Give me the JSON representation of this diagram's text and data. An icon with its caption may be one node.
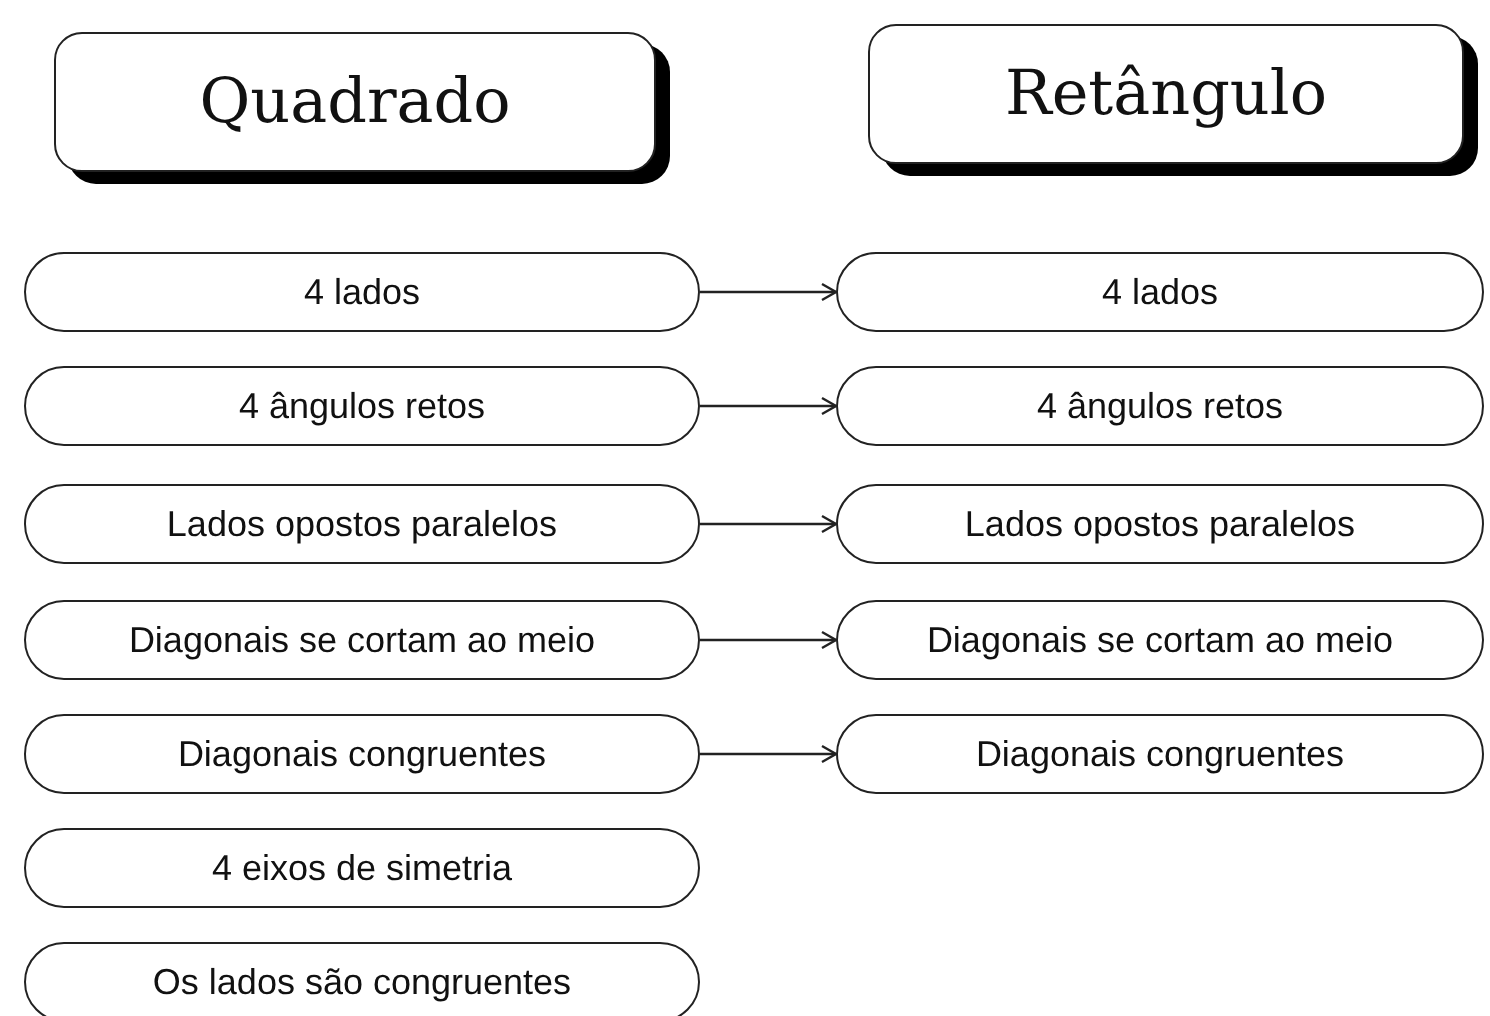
{
  "diagram": {
    "nodes": [
      {
        "text": [
          "Quadrado"
        ]
      },
      {
        "text": [
          "Retângulo"
        ]
      },
      {
        "text": [
          "4 lados"
        ]
      },
      {
        "text": [
          "4 lados"
        ]
      },
      {
        "text": [
          "4 ângulos retos"
        ]
      },
      {
        "text": [
          "4 ângulos retos"
        ]
      },
      {
        "text": [
          "Lados opostos paralelos"
        ]
      },
      {
        "text": [
          "Lados opostos paralelos"
        ]
      },
      {
        "text": [
          "Diagonais se cortam ao meio"
        ]
      },
      {
        "text": [
          "Diagonais se cortam ao meio"
        ]
      },
      {
        "text": [
          "Diagonais congruentes"
        ]
      },
      {
        "text": [
          "Diagonais congruentes"
        ]
      },
      {
        "text": [
          "4 eixos de simetria"
        ]
      },
      {
        "text": [
          "Os lados são congruentes"
        ]
      }
    ],
    "edges": [
      {
        "from": 2,
        "to": 3,
        "arrow": "to"
      },
      {
        "from": 4,
        "to": 5,
        "arrow": "to"
      },
      {
        "from": 6,
        "to": 7,
        "arrow": "to"
      },
      {
        "from": 8,
        "to": 9,
        "arrow": "to"
      },
      {
        "from": 10,
        "to": 11,
        "arrow": "to"
      }
    ]
  }
}
